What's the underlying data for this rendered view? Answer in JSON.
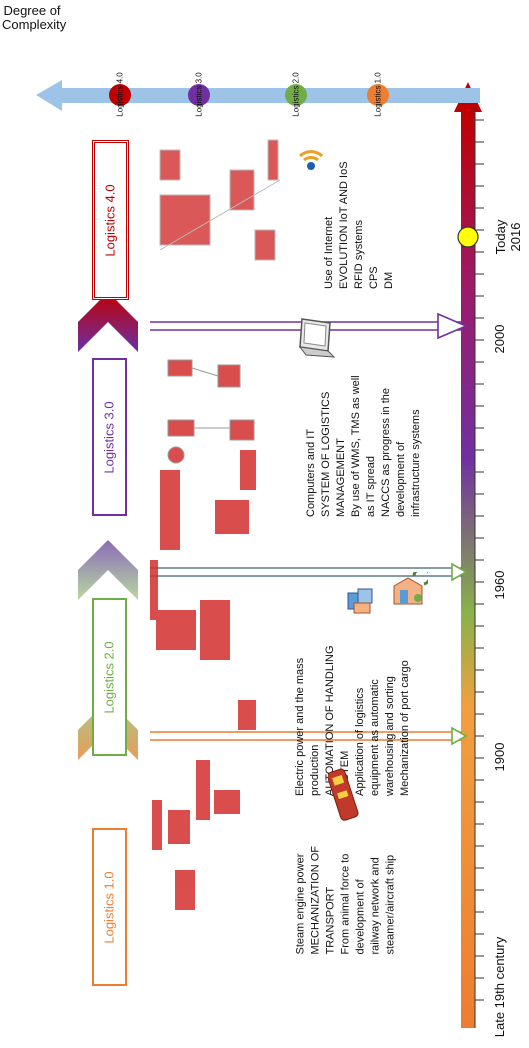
{
  "axis": {
    "y_label_line1": "Degree of",
    "y_label_line2": "Complexity",
    "time_labels": [
      "Late 19th century",
      "1900",
      "1960",
      "2000",
      "Today",
      "2016"
    ]
  },
  "levels": [
    {
      "label": "Logistics 4.0",
      "color": "#c00000"
    },
    {
      "label": "Logistics 3.0",
      "color": "#7030a0"
    },
    {
      "label": "Logistics 2.0",
      "color": "#70ad47"
    },
    {
      "label": "Logistics 1.0",
      "color": "#ed7d31"
    }
  ],
  "stages": [
    {
      "title": "Logistics 1.0",
      "color": "#ed7d31",
      "lines": [
        "Steam engine power",
        "MECHANIZATION OF",
        "TRANSPORT",
        "From animal force to",
        "development of",
        "railway network and",
        "steamer/aircraft ship"
      ]
    },
    {
      "title": "Logistics 2.0",
      "color": "#70ad47",
      "lines": [
        "Electric power and the mass",
        "production",
        "AUTOMATION OF HANDLING",
        "SYSTEM",
        "Application of logistics",
        "equipment as automatic",
        "warehousing and sorting",
        "Mechanization of port cargo"
      ]
    },
    {
      "title": "Logistics 3.0",
      "color": "#7030a0",
      "lines": [
        "Computers and IT",
        "SYSTEM OF LOGISTICS",
        "MANAGEMENT",
        "By use of WMS, TMS as well",
        "as IT spread",
        "NACCS as progress in the",
        "development of",
        "infrastructure systems"
      ]
    },
    {
      "title": "Logistics 4.0",
      "color": "#c00000",
      "lines": [
        "Use of Internet",
        "EVOLUTION IoT AND IoS",
        "RFID systems",
        "CPS",
        "DM"
      ]
    }
  ],
  "icons": [
    "wifi-icon",
    "laptop-icon",
    "handling-icon",
    "warehouse-icon",
    "train-icon"
  ]
}
